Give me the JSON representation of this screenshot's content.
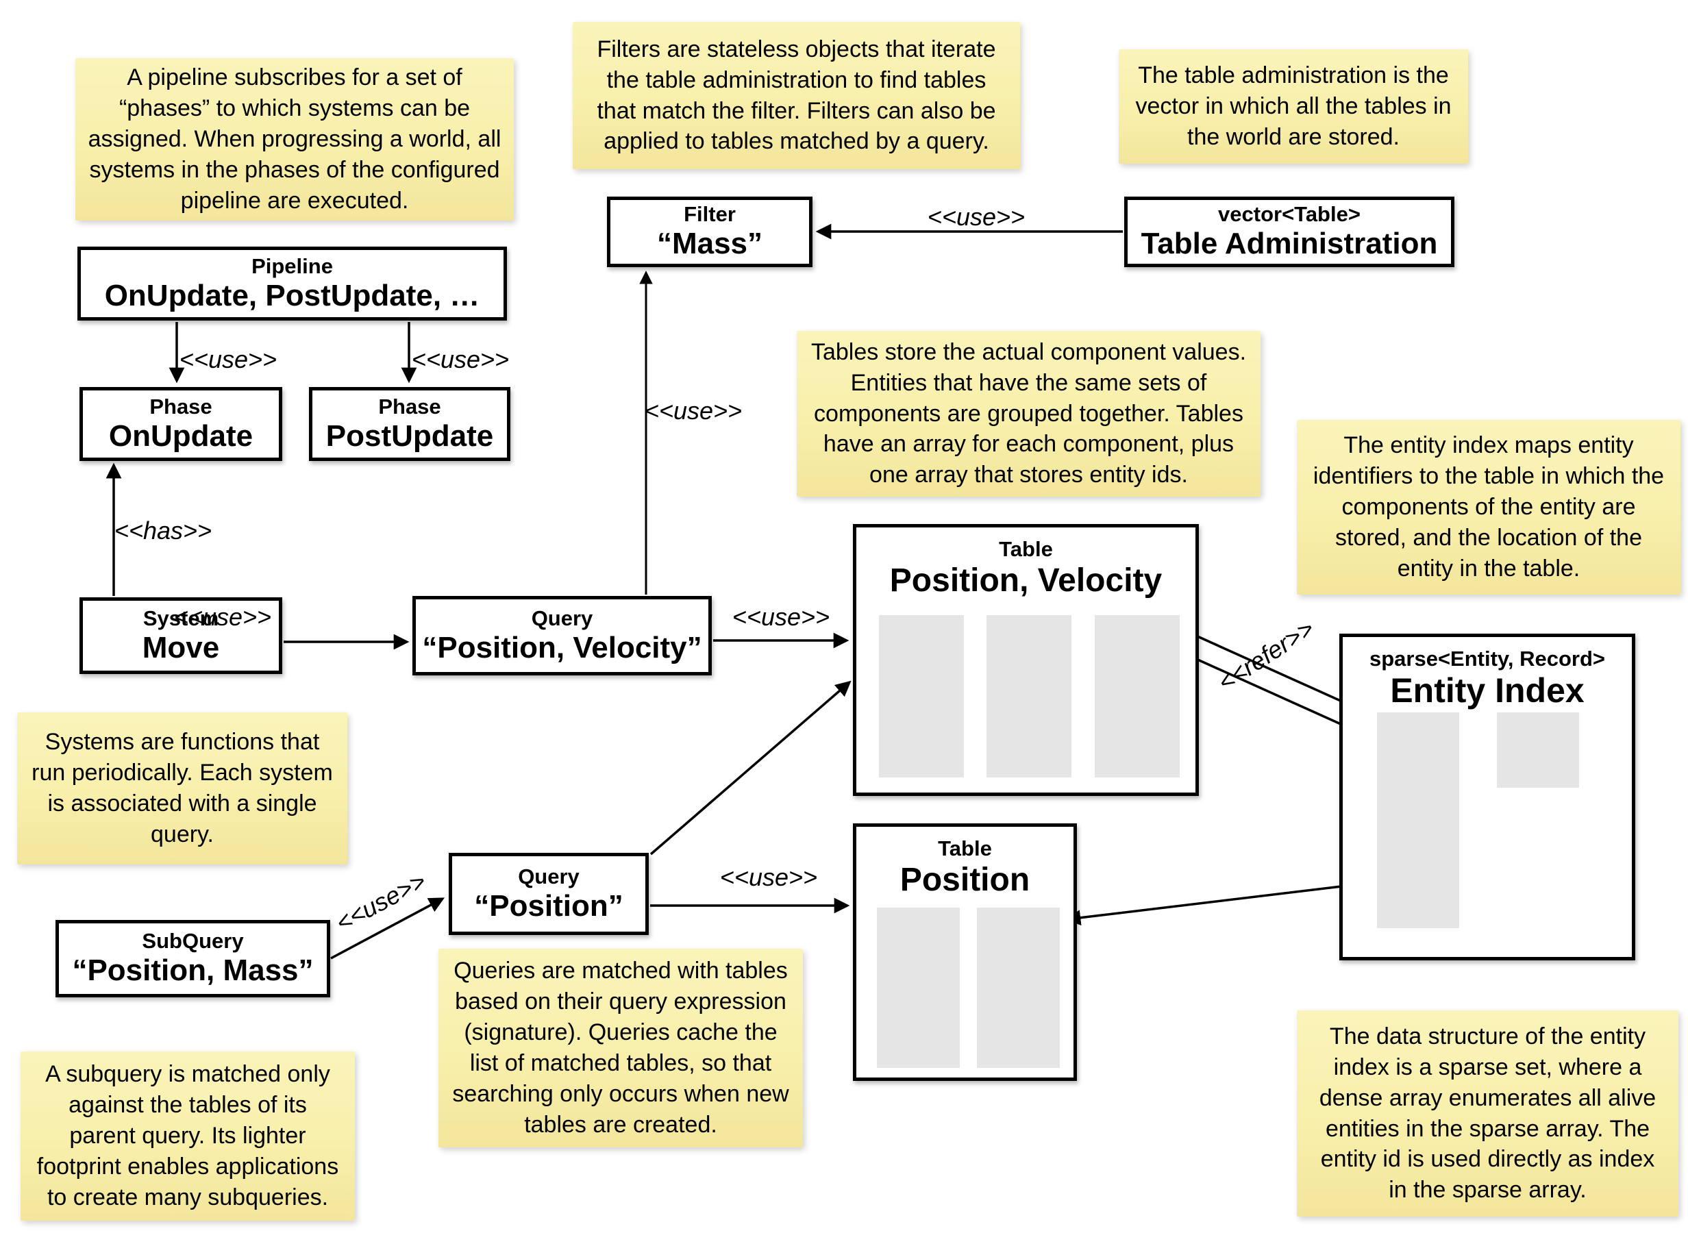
{
  "diagram": {
    "notes": {
      "pipeline": "A pipeline subscribes for a set of “phases” to which systems can be assigned. When progressing a world, all systems in the phases of the configured pipeline are executed.",
      "filters": "Filters are stateless objects that iterate the table administration to find tables that match the filter. Filters can also be applied to tables matched by a query.",
      "table_admin": "The table administration is the vector in which all the tables in the world are stored.",
      "tables": "Tables store the actual component values. Entities that have the same sets of components are grouped together. Tables have an array for each component, plus one array that stores entity ids.",
      "entity_index": "The entity index maps entity identifiers to the table in which the components of the entity are stored, and the location of the entity in the table.",
      "systems": "Systems are functions that run periodically. Each system is associated with a single query.",
      "queries": "Queries are matched with tables based on their query expression (signature). Queries cache the list of matched tables, so that searching only occurs when new tables are created.",
      "subquery": "A subquery is matched only against the tables of its parent query. Its lighter footprint enables applications to create many subqueries.",
      "sparse_set": "The data structure of the entity index is a sparse set, where a dense array enumerates all alive entities in the sparse array. The entity id is used directly as index in the sparse array."
    },
    "boxes": {
      "pipeline": {
        "header": "Pipeline",
        "title": "OnUpdate, PostUpdate, …"
      },
      "phase_onupdate": {
        "header": "Phase",
        "title": "OnUpdate"
      },
      "phase_postupdate": {
        "header": "Phase",
        "title": "PostUpdate"
      },
      "system_move": {
        "header": "System",
        "title": "Move"
      },
      "query_pv": {
        "header": "Query",
        "title": "“Position, Velocity”"
      },
      "filter_mass": {
        "header": "Filter",
        "title": "“Mass”"
      },
      "table_admin": {
        "header": "vector<Table>",
        "title": "Table Administration"
      },
      "table_pv": {
        "header": "Table",
        "title": "Position, Velocity"
      },
      "table_pos": {
        "header": "Table",
        "title": "Position"
      },
      "entity_index": {
        "header": "sparse<Entity, Record>",
        "title": "Entity Index"
      },
      "subquery": {
        "header": "SubQuery",
        "title": "“Position, Mass”"
      },
      "query_pos": {
        "header": "Query",
        "title": "“Position”"
      }
    },
    "labels": {
      "use": "<<use>>",
      "has": "<<has>>",
      "refer": "<<refer>>"
    },
    "colors": {
      "note_bg_top": "#fbf4ba",
      "note_bg_bottom": "#f3e69c",
      "box_border": "#000000",
      "array_fill": "#e5e5e5",
      "background": "#ffffff"
    }
  }
}
